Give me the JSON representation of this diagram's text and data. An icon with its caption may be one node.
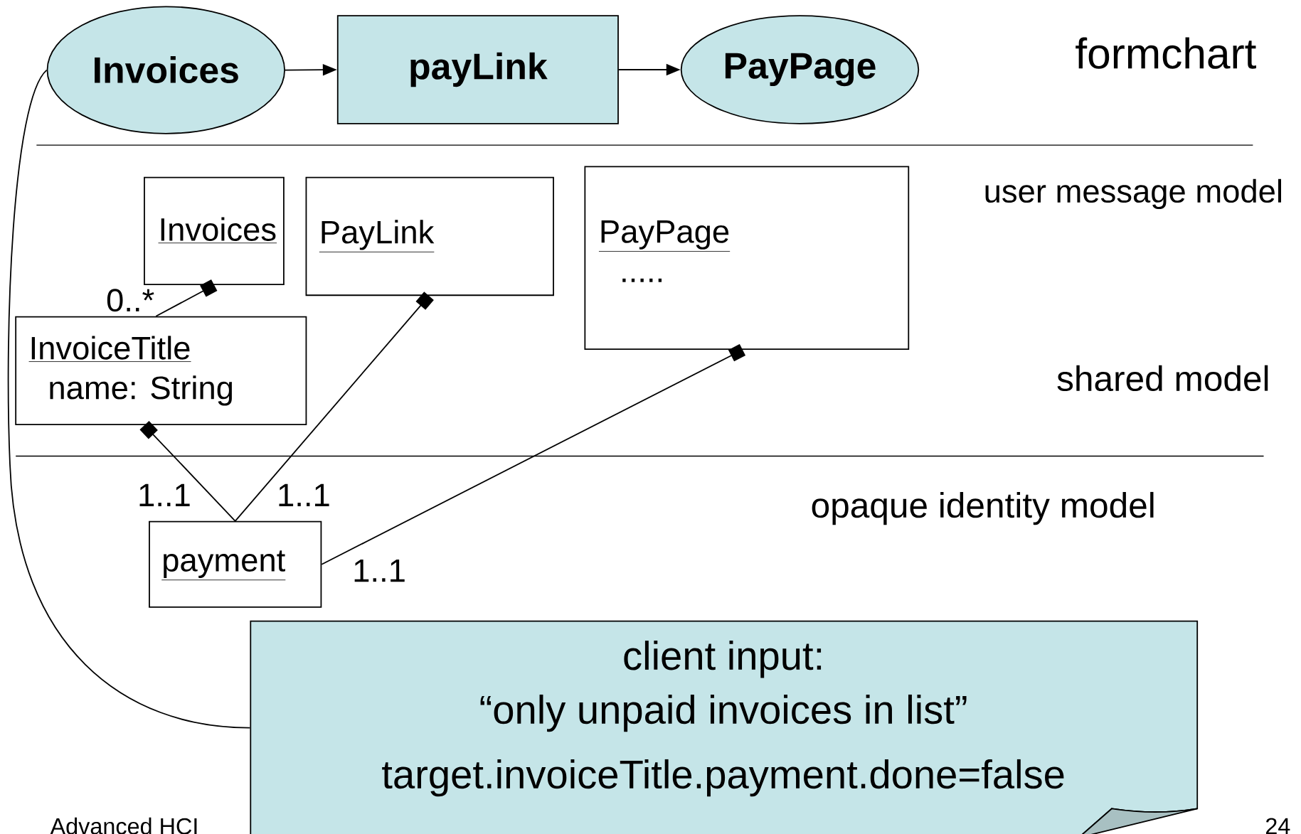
{
  "diagram": {
    "nodes": [
      {
        "text": [
          "Invoices"
        ]
      },
      {
        "text": [
          "payLink"
        ]
      },
      {
        "text": [
          "PayPage"
        ]
      },
      {
        "text": [
          "Invoices"
        ]
      },
      {
        "text": [
          "PayLink"
        ]
      },
      {
        "text": [
          "PayPage",
          "....."
        ]
      },
      {
        "text": [
          "InvoiceTitle",
          "name: String"
        ]
      },
      {
        "text": [
          "payment"
        ]
      },
      {
        "text": [
          "client input:",
          "“only unpaid invoices in list”",
          "target.invoiceTitle.payment.done=false"
        ]
      }
    ],
    "edges": [
      {
        "from": 0,
        "to": 1,
        "arrow": "to"
      },
      {
        "from": 1,
        "to": 2,
        "arrow": "to"
      },
      {
        "from": 6,
        "to": 3,
        "arrow": "other",
        "label": "0..*"
      },
      {
        "from": 7,
        "to": 6,
        "arrow": "other",
        "label": "1..1"
      },
      {
        "from": 7,
        "to": 4,
        "arrow": "other",
        "label": "1..1"
      },
      {
        "from": 7,
        "to": 5,
        "arrow": "other",
        "label": "1..1"
      },
      {
        "from": 0,
        "to": 8,
        "arrow": "none"
      }
    ],
    "labels": [
      "formchart",
      "user message model",
      "shared model",
      "opaque identity  model",
      "Advanced HCI",
      "24"
    ]
  }
}
